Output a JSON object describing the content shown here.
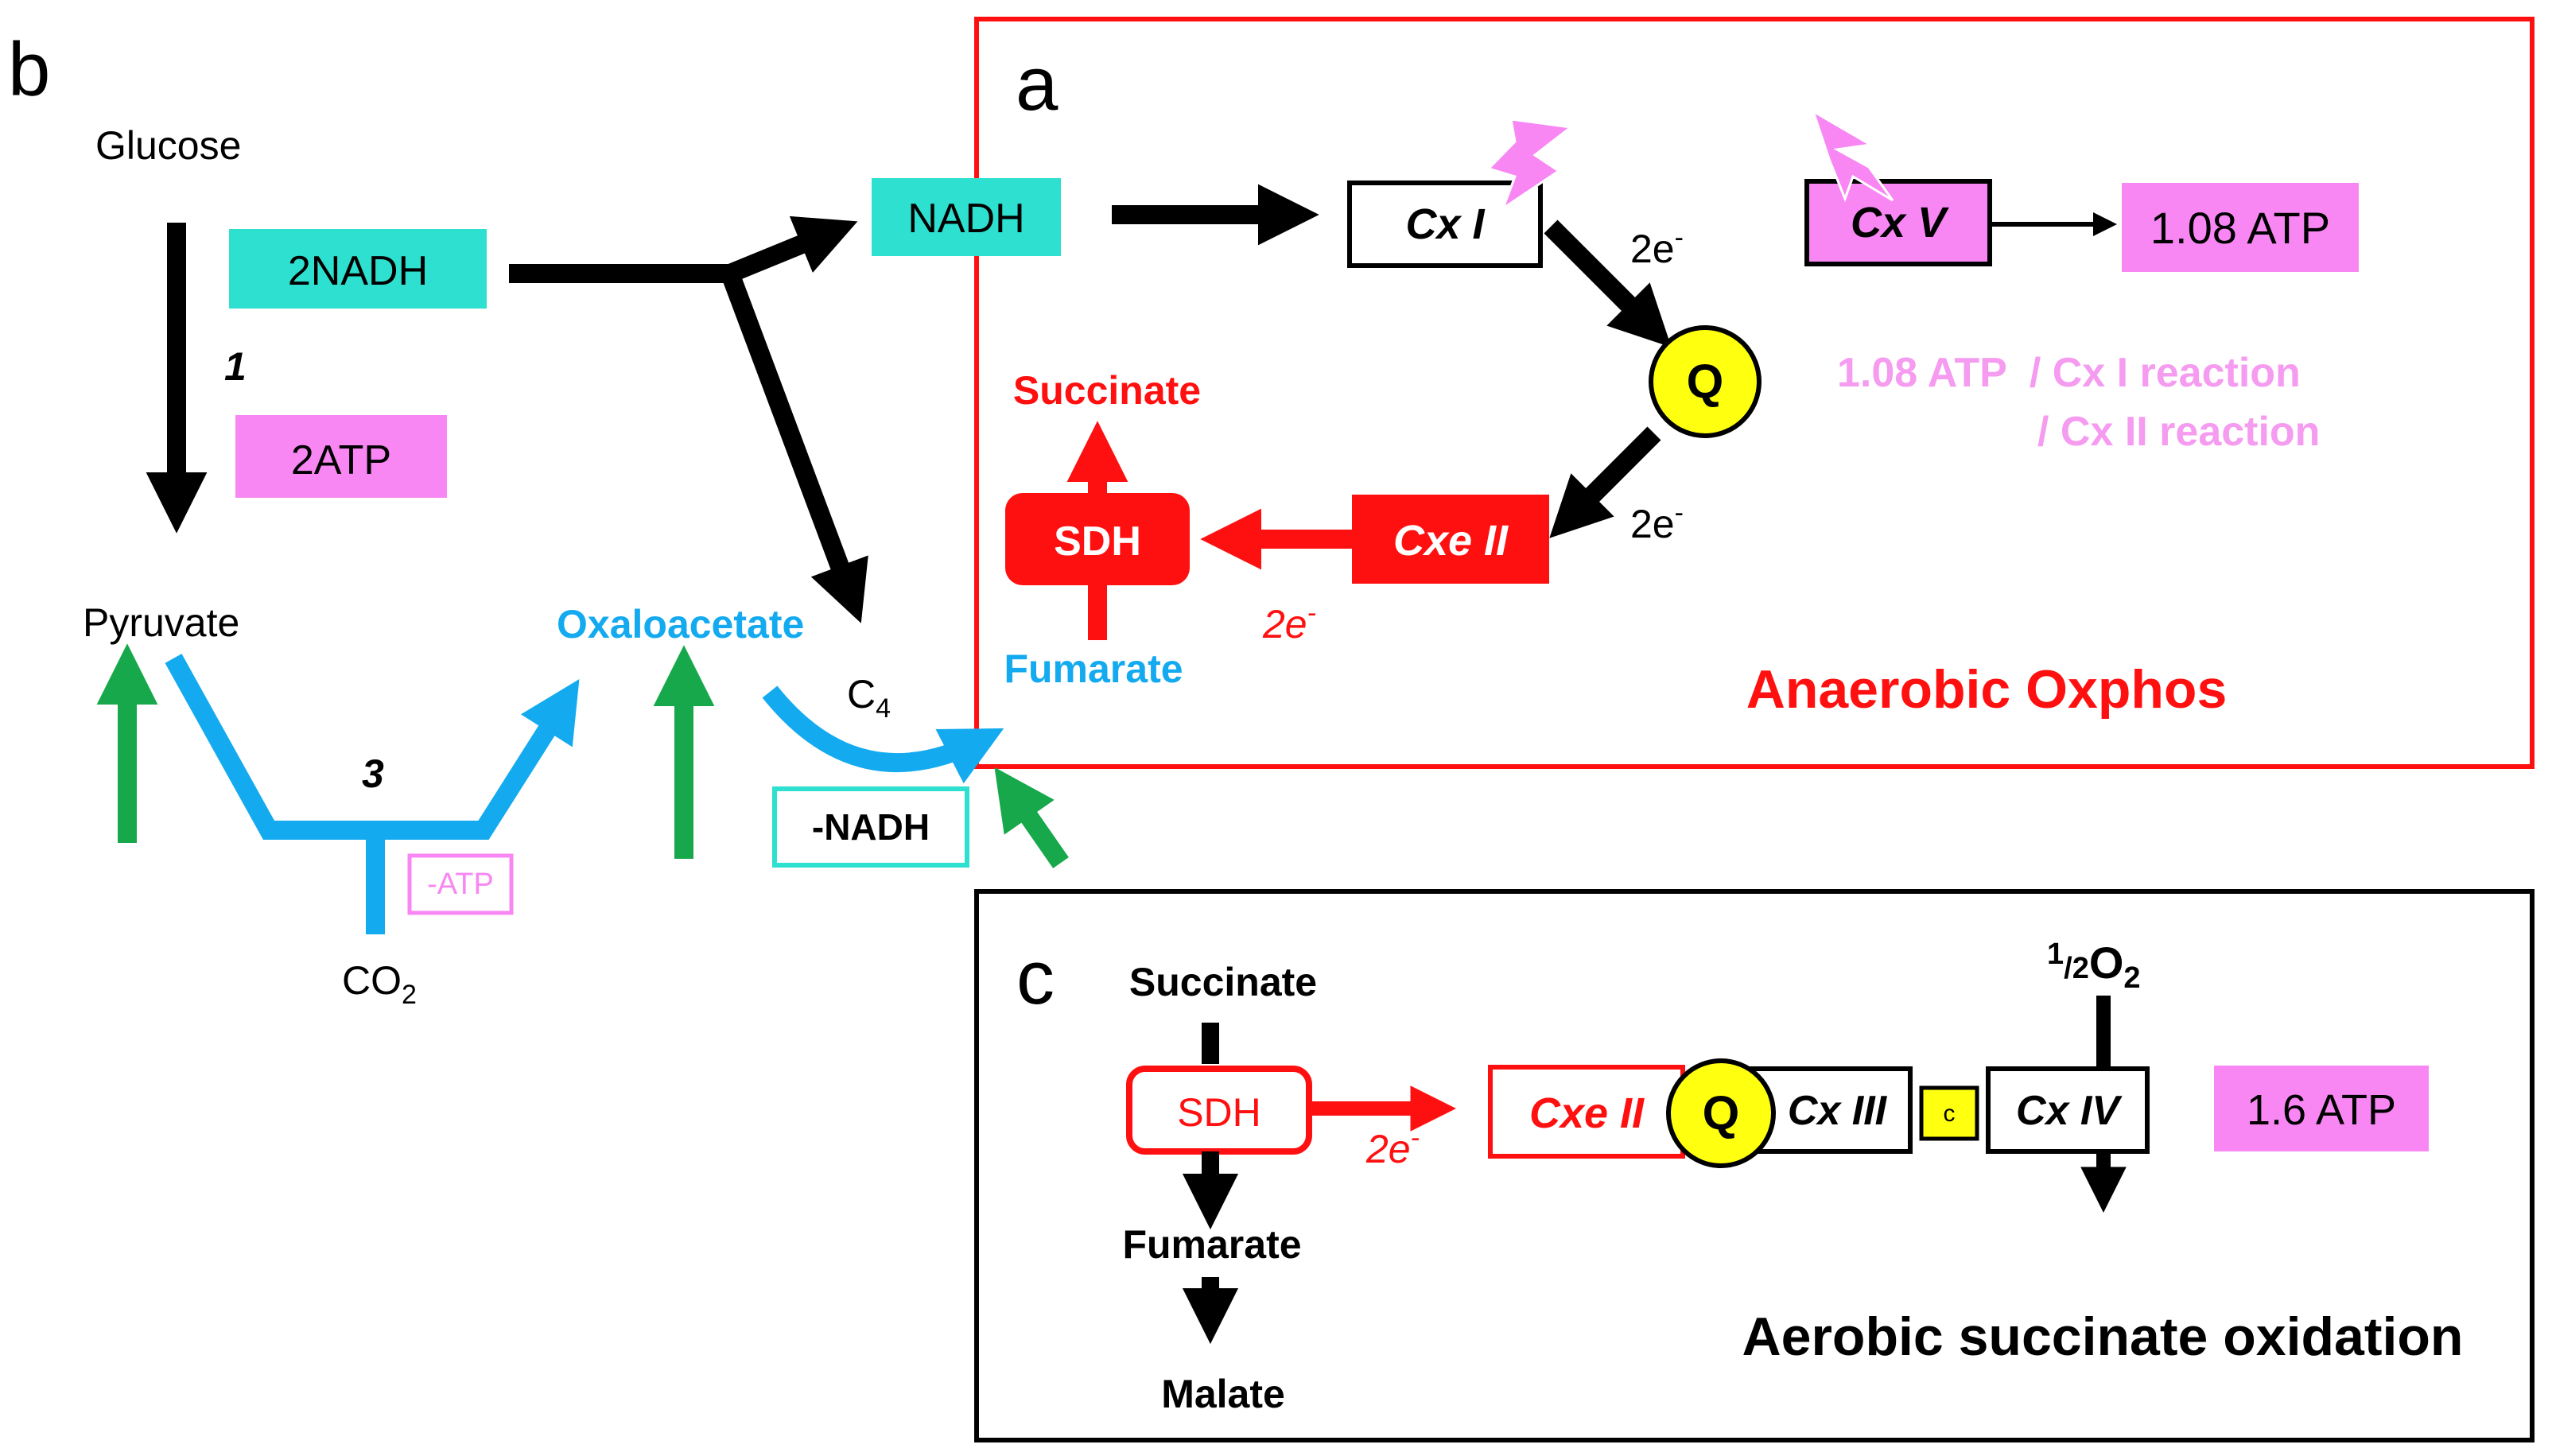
{
  "colors": {
    "cyan": "#2de0cf",
    "pink": "#f887f4",
    "pink_text": "#f59bf0",
    "red": "#ff1010",
    "blue": "#14aaf0",
    "green": "#16a84a",
    "yellow": "#ffff10",
    "black": "#000000"
  },
  "panel_labels": {
    "a": "a",
    "b": "b",
    "c": "c"
  },
  "glycolysis": {
    "glucose": "Glucose",
    "nadh_box": "2NADH",
    "step1": "1",
    "atp_box": "2ATP",
    "pyruvate": "Pyruvate",
    "step3": "3",
    "co2": "CO",
    "co2_sub": "2",
    "neg_atp": "-ATP",
    "oxaloacetate": "Oxaloacetate",
    "c4": "C",
    "c4_sub": "4",
    "neg_nadh": "-NADH",
    "fumarate": "Fumarate"
  },
  "anaerobic": {
    "nadh_box": "NADH",
    "cx1": "Cx I",
    "e2_top": "2e",
    "e2_top_sup": "-",
    "q": "Q",
    "e2_mid": "2e",
    "e2_mid_sup": "-",
    "cxe2": "Cxe II",
    "sdh": "SDH",
    "e2_red": "2e",
    "e2_red_sup": "-",
    "succinate": "Succinate",
    "cx5": "Cx V",
    "atp_box": "1.08 ATP",
    "ratio_line1": "1.08 ATP  / Cx I reaction",
    "ratio_line2": "/ Cx II reaction",
    "title": "Anaerobic Oxphos"
  },
  "aerobic": {
    "succinate": "Succinate",
    "sdh": "SDH",
    "e2": "2e",
    "e2_sup": "-",
    "cxe2": "Cxe II",
    "q": "Q",
    "cx3": "Cx III",
    "cytc": "c",
    "cx4": "Cx IV",
    "o2_num": "1",
    "o2_den": "2",
    "o2": "O",
    "o2_sub": "2",
    "atp_box": "1.6 ATP",
    "fumarate": "Fumarate",
    "malate": "Malate",
    "title": "Aerobic succinate oxidation"
  }
}
